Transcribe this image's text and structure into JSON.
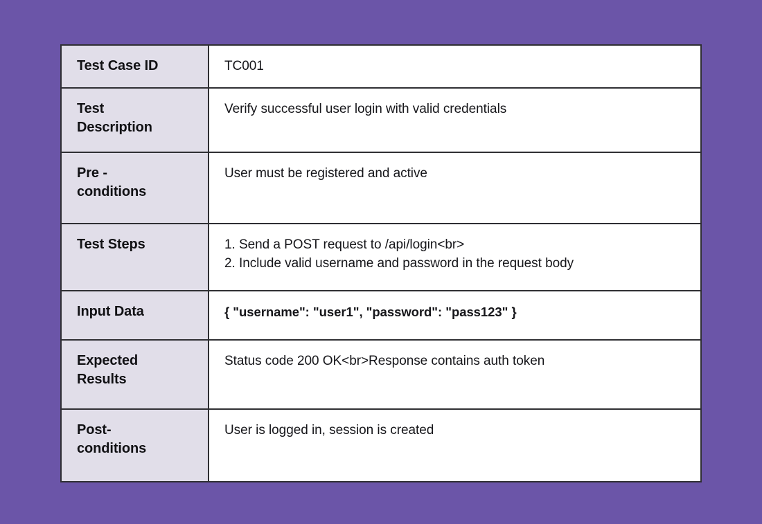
{
  "page": {
    "background_color": "#6b55a8",
    "table_border_color": "#2f2f33",
    "label_cell_color": "#e1dee9",
    "value_cell_color": "#ffffff",
    "text_color": "#16161a"
  },
  "table": {
    "name": "test-case-table",
    "rows": [
      {
        "label": "Test Case ID",
        "value": "TC001",
        "bold_value": false
      },
      {
        "label": "Test\nDescription",
        "value": "Verify successful user login with valid credentials",
        "bold_value": false
      },
      {
        "label": "Pre -\nconditions",
        "value": "User must be registered and active",
        "bold_value": false
      },
      {
        "label": "Test Steps",
        "value": "1. Send a POST request to /api/login<br>\n2. Include valid username and password in the request body",
        "bold_value": false
      },
      {
        "label": "Input Data",
        "value": "{ \"username\": \"user1\", \"password\": \"pass123\" }",
        "bold_value": true
      },
      {
        "label": "Expected\nResults",
        "value": "Status code 200 OK<br>Response contains auth token",
        "bold_value": false
      },
      {
        "label": "Post-\nconditions",
        "value": "User is logged in, session is created",
        "bold_value": false
      }
    ]
  }
}
